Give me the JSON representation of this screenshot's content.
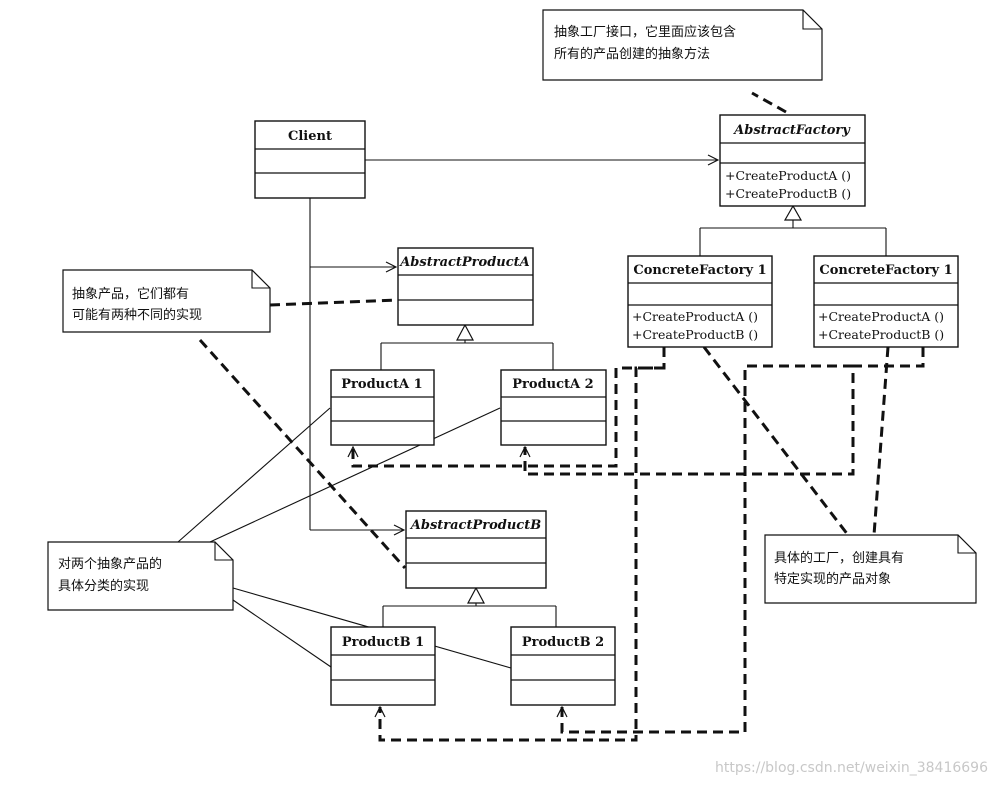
{
  "classes": {
    "client": {
      "name": "Client"
    },
    "abstract_factory": {
      "name": "AbstractFactory",
      "ops": [
        "+CreateProductA ()",
        "+CreateProductB ()"
      ]
    },
    "concrete_factory_1": {
      "name": "ConcreteFactory 1",
      "ops": [
        "+CreateProductA ()",
        "+CreateProductB ()"
      ]
    },
    "concrete_factory_2": {
      "name": "ConcreteFactory 1",
      "ops": [
        "+CreateProductA ()",
        "+CreateProductB ()"
      ]
    },
    "abstract_product_a": {
      "name": "AbstractProductA"
    },
    "product_a1": {
      "name": "ProductA 1"
    },
    "product_a2": {
      "name": "ProductA 2"
    },
    "abstract_product_b": {
      "name": "AbstractProductB"
    },
    "product_b1": {
      "name": "ProductB 1"
    },
    "product_b2": {
      "name": "ProductB 2"
    }
  },
  "notes": {
    "factory_interface": [
      "抽象工厂接口，它里面应该包含",
      "所有的产品创建的抽象方法"
    ],
    "abstract_products": [
      "抽象产品，它们都有",
      "可能有两种不同的实现"
    ],
    "concrete_products": [
      "对两个抽象产品的",
      "具体分类的实现"
    ],
    "concrete_factories": [
      "具体的工厂，创建具有",
      "特定实现的产品对象"
    ]
  },
  "watermark": "https://blog.csdn.net/weixin_38416696"
}
